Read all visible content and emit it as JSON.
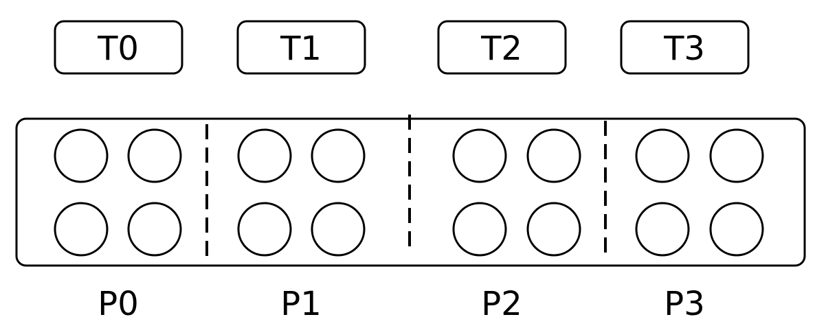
{
  "threads": [
    {
      "label": "T0"
    },
    {
      "label": "T1"
    },
    {
      "label": "T2"
    },
    {
      "label": "T3"
    }
  ],
  "partitions": [
    {
      "label": "P0",
      "items_per_row": 2,
      "rows": 2
    },
    {
      "label": "P1",
      "items_per_row": 2,
      "rows": 2
    },
    {
      "label": "P2",
      "items_per_row": 2,
      "rows": 2
    },
    {
      "label": "P3",
      "items_per_row": 2,
      "rows": 2
    }
  ],
  "colors": {
    "stroke": "#000000",
    "background": "#ffffff"
  }
}
